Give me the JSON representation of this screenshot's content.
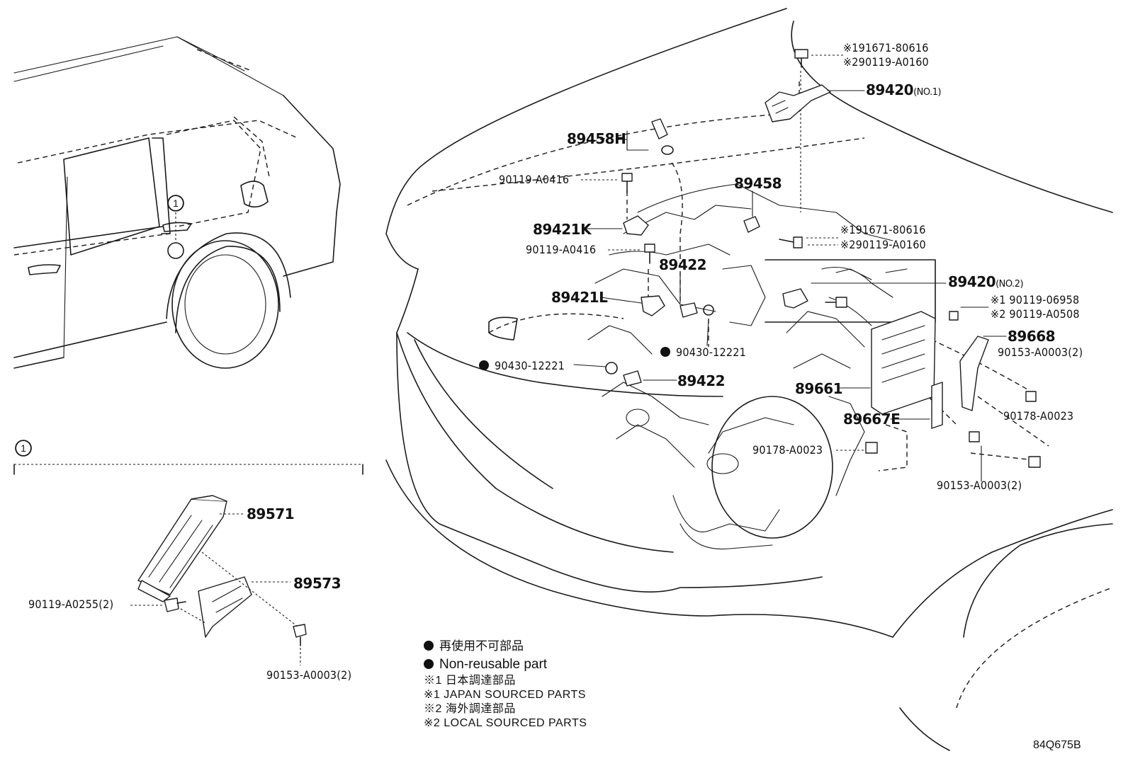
{
  "diagram": {
    "callout_marker": "1",
    "inset_marker": "1",
    "labels": {
      "p91671_a": "※191671-80616",
      "p90119_a0160_a": "※290119-A0160",
      "p89420_no1": "89420",
      "p89420_no1_suffix": "(NO.1)",
      "p89458h": "89458H",
      "p90119_a0416_a": "90119-A0416",
      "p89458": "89458",
      "p89421k": "89421K",
      "p91671_b": "※191671-80616",
      "p90119_a0416_b": "90119-A0416",
      "p90119_a0160_b": "※290119-A0160",
      "p89422_a": "89422",
      "p89420_no2": "89420",
      "p89420_no2_suffix": "(NO.2)",
      "p89421l": "89421L",
      "p90119_06958": "※1 90119-06958",
      "p90119_a0508": "※2 90119-A0508",
      "p90430_a": "90430-12221",
      "p89668": "89668",
      "p90153_a": "90153-A0003(2)",
      "p90430_b": "90430-12221",
      "p89422_b": "89422",
      "p89661": "89661",
      "p90178_a": "90178-A0023",
      "p89667e": "89667E",
      "p90178_b": "90178-A0023",
      "p90153_b": "90153-A0003(2)",
      "p89571": "89571",
      "p89573": "89573",
      "p90119_a0255": "90119-A0255(2)",
      "p90153_c": "90153-A0003(2)"
    },
    "legend": [
      "再使用不可部品",
      "Non-reusable part",
      "※1 日本調達部品",
      "※1 JAPAN SOURCED PARTS",
      "※2 海外調達部品",
      "※2 LOCAL SOURCED PARTS"
    ],
    "illustration_code": "84Q675B"
  }
}
